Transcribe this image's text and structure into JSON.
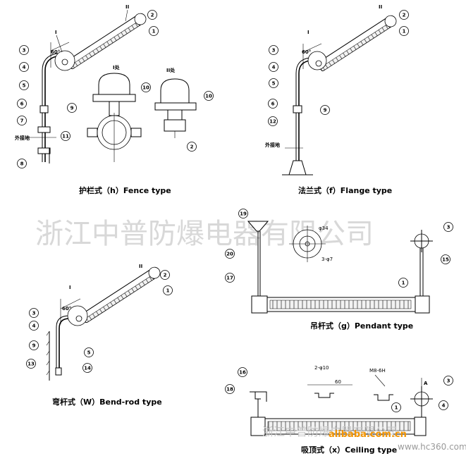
{
  "watermark": {
    "company": "浙江中普防爆电器有限公司",
    "company_bottom": "浙江中普防爆电器有限公司",
    "brand_logo": "alibaba.com.cn",
    "site": "www.hc360.com"
  },
  "captions": {
    "fence": "护栏式（h）Fence type",
    "flange": "法兰式（f）Flange type",
    "pendant": "吊杆式（g）Pendant type",
    "bend": "弯杆式（W）Bend-rod type",
    "ceiling": "吸顶式（x）Ceiling type"
  },
  "labels": {
    "ground": "外接地",
    "detail_1": "I处",
    "detail_2": "II处",
    "roman_1": "I",
    "roman_2": "II",
    "angle": "60°",
    "hole_dia": "φ34",
    "hole_small": "3-φ7",
    "ceiling_holes": "2-φ10",
    "ceiling_dim": "60",
    "thread": "M8-6H",
    "view_a": "A"
  },
  "part_numbers": [
    "1",
    "2",
    "3",
    "4",
    "5",
    "6",
    "7",
    "8",
    "9",
    "10",
    "11",
    "12",
    "13",
    "14",
    "15",
    "16",
    "17",
    "18",
    "19",
    "20"
  ]
}
